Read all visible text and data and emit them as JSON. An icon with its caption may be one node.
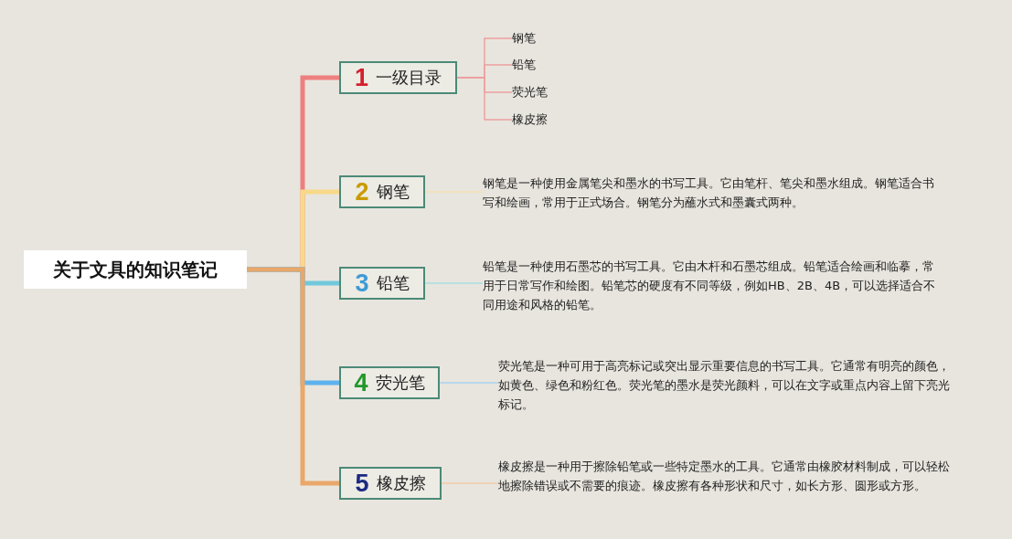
{
  "diagram": {
    "nodes": [
      {
        "text": [
          "关于文具的知识笔记"
        ]
      },
      {
        "text": [
          "1",
          "一级目录"
        ]
      },
      {
        "text": [
          "2",
          "钢笔"
        ]
      },
      {
        "text": [
          "3",
          "铅笔"
        ]
      },
      {
        "text": [
          "4",
          "荧光笔"
        ]
      },
      {
        "text": [
          "5",
          "橡皮擦"
        ]
      },
      {
        "text": [
          "钢笔"
        ]
      },
      {
        "text": [
          "铅笔"
        ]
      },
      {
        "text": [
          "荧光笔"
        ]
      },
      {
        "text": [
          "橡皮擦"
        ]
      },
      {
        "text": [
          "钢笔是一种使用金属笔尖和墨水的书写工具。它由笔杆、笔尖和墨水组成。钢笔适合书写和绘画，常用于正式场合。钢笔分为蘸水式和墨囊式两种。"
        ]
      },
      {
        "text": [
          "铅笔是一种使用石墨芯的书写工具。它由木杆和石墨芯组成。铅笔适合绘画和临摹，常用于日常写作和绘图。铅笔芯的硬度有不同等级，例如HB、2B、4B，可以选择适合不同用途和风格的铅笔。"
        ]
      },
      {
        "text": [
          "荧光笔是一种可用于高亮标记或突出显示重要信息的书写工具。它通常有明亮的颜色，如黄色、绿色和粉红色。荧光笔的墨水是荧光颜料，可以在文字或重点内容上留下亮光标记。"
        ]
      },
      {
        "text": [
          "橡皮擦是一种用于擦除铅笔或一些特定墨水的工具。它通常由橡胶材料制成，可以轻松地擦除错误或不需要的痕迹。橡皮擦有各种形状和尺寸，如长方形、圆形或方形。"
        ]
      }
    ],
    "edges": [
      {
        "from": 0,
        "to": 1,
        "arrow": "none",
        "style": "thick",
        "color": "#ef7f7f"
      },
      {
        "from": 0,
        "to": 2,
        "arrow": "none",
        "style": "thick",
        "color": "#f8d98a"
      },
      {
        "from": 0,
        "to": 3,
        "arrow": "none",
        "style": "thick",
        "color": "#72c8dc"
      },
      {
        "from": 0,
        "to": 4,
        "arrow": "none",
        "style": "thick",
        "color": "#5cb2ee"
      },
      {
        "from": 0,
        "to": 5,
        "arrow": "none",
        "style": "thick",
        "color": "#e9a86a"
      },
      {
        "from": 1,
        "to": 6,
        "arrow": "none",
        "color": "#eda0a0"
      },
      {
        "from": 1,
        "to": 7,
        "arrow": "none",
        "color": "#eda0a0"
      },
      {
        "from": 1,
        "to": 8,
        "arrow": "none",
        "color": "#eda0a0"
      },
      {
        "from": 1,
        "to": 9,
        "arrow": "none",
        "color": "#eda0a0"
      },
      {
        "from": 2,
        "to": 10,
        "arrow": "none",
        "color": "#f4e0b0"
      },
      {
        "from": 3,
        "to": 11,
        "arrow": "none",
        "color": "#a8dde2"
      },
      {
        "from": 4,
        "to": 12,
        "arrow": "none",
        "color": "#a8d2f0"
      },
      {
        "from": 5,
        "to": 13,
        "arrow": "none",
        "color": "#f0c8a8"
      }
    ]
  }
}
